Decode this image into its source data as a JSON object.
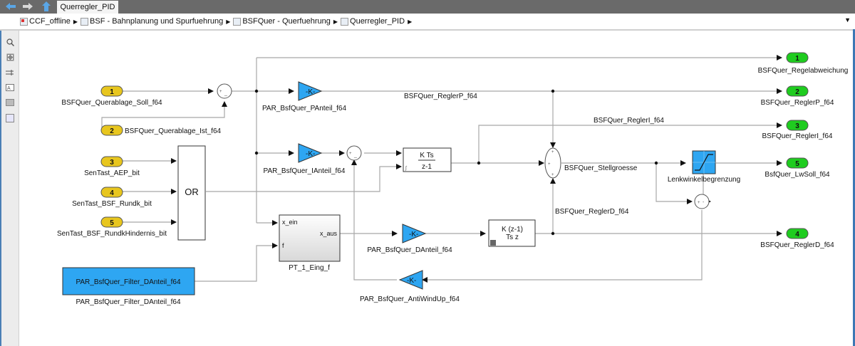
{
  "window": {
    "tab_title": "Querregler_PID",
    "nav": [
      "back-icon",
      "forward-icon",
      "up-icon"
    ]
  },
  "breadcrumb": {
    "items": [
      "CCF_offline",
      "BSF - Bahnplanung und Spurfuehrung",
      "BSFQuer - Querfuehrung",
      "Querregler_PID"
    ],
    "separator": "▶",
    "dropdown": "▼"
  },
  "toolbar": {
    "tools": [
      "zoom-icon",
      "fit-view-icon",
      "route-lines-icon",
      "annotation-icon",
      "image-icon",
      "area-icon"
    ]
  },
  "diagram": {
    "inports": [
      {
        "num": "1",
        "name": "BSFQuer_Querablage_Soll_f64"
      },
      {
        "num": "2",
        "name": "BSFQuer_Querablage_Ist_f64"
      },
      {
        "num": "3",
        "name": "SenTast_AEP_bit"
      },
      {
        "num": "4",
        "name": "SenTast_BSF_Rundk_bit"
      },
      {
        "num": "5",
        "name": "SenTast_BSF_RundkHindernis_bit"
      }
    ],
    "outports": [
      {
        "num": "1",
        "name": "BSFQuer_Regelabweichung"
      },
      {
        "num": "2",
        "name": "BSFQuer_ReglerP_f64"
      },
      {
        "num": "3",
        "name": "BSFQuer_ReglerI_f64"
      },
      {
        "num": "5",
        "name": "BsfQuer_LwSoll_f64"
      },
      {
        "num": "4",
        "name": "BSFQuer_ReglerD_f64"
      }
    ],
    "gains": [
      {
        "text": "-K-",
        "name": "PAR_BsfQuer_PAnteil_f64"
      },
      {
        "text": "-K-",
        "name": "PAR_BsfQuer_IAnteil_f64"
      },
      {
        "text": "-K-",
        "name": "PAR_BsfQuer_DAnteil_f64"
      },
      {
        "text": "-K-",
        "name": "PAR_BsfQuer_AntiWindUp_f64"
      }
    ],
    "or_block": "OR",
    "integrator": {
      "num": "K Ts",
      "den": "z-1"
    },
    "derivative": {
      "num": "K (z-1)",
      "den": "Ts z"
    },
    "subsystem": {
      "name": "PT_1_Eing_f",
      "in1": "x_ein",
      "in2": "f",
      "out": "x_aus"
    },
    "constant": {
      "value": "PAR_BsfQuer_Filter_DAnteil_f64",
      "name": "PAR_BsfQuer_Filter_DAnteil_f64"
    },
    "saturation": {
      "name": "Lenkwinkelbegrenzung"
    },
    "signals": {
      "p": "BSFQuer_ReglerP_f64",
      "i": "BSFQuer_ReglerI_f64",
      "d": "BSFQuer_ReglerD_f64",
      "u": "BSFQuer_Stellgroesse"
    },
    "sum_signs": {
      "two": "+ _",
      "three": "+",
      "sat_sum": "+ -"
    }
  },
  "colors": {
    "inport": "#e8c61e",
    "outport": "#1fcc1f",
    "block_blue": "#2ea6f2",
    "wire": "#a8a8a8"
  }
}
